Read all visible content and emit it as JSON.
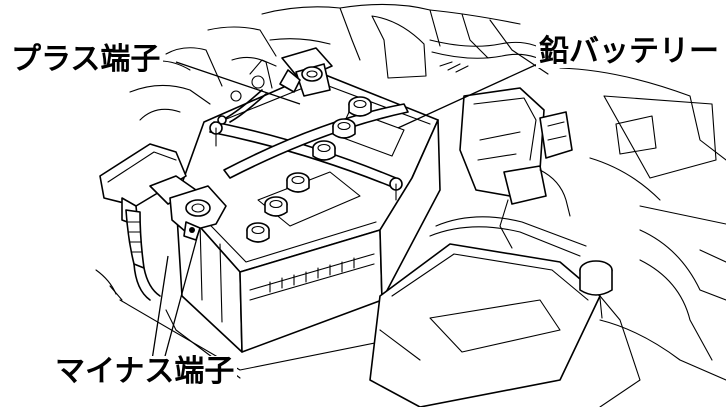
{
  "labels": {
    "plus_terminal": "プラス端子",
    "lead_battery": "鉛バッテリー",
    "minus_terminal": "マイナス端子"
  },
  "colors": {
    "line": "#000000",
    "background": "#ffffff"
  }
}
